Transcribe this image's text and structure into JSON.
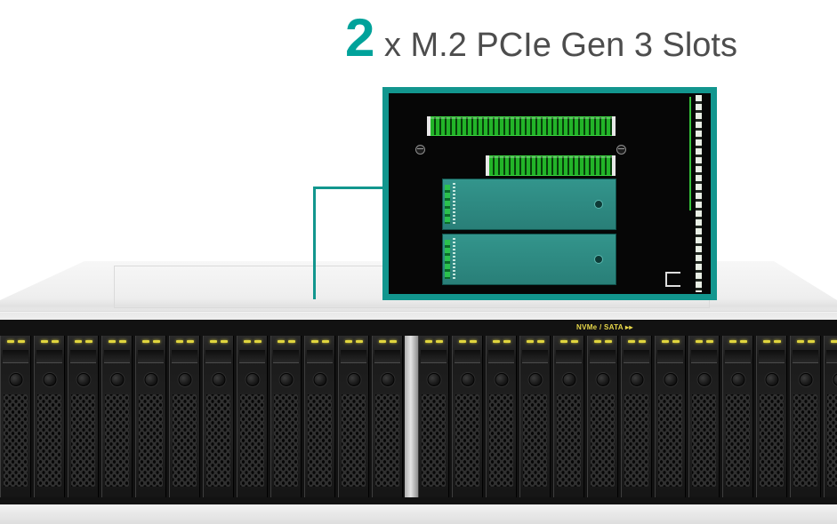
{
  "heading": {
    "number": "2",
    "text": " x M.2 PCIe Gen 3 Slots"
  },
  "colors": {
    "accent_teal": "#12968e",
    "heading_number": "#00a29a",
    "heading_text": "#4d4d4d",
    "slot_green": "#22b428",
    "ssd_teal": "#33958c",
    "led_yellow": "#e0d53e",
    "label_yellow": "#e8d84a",
    "chassis_gray": "#eeeeee",
    "front_black": "#121212"
  },
  "callout": {
    "parts": [
      {
        "name": "m2-slot-connector-1"
      },
      {
        "name": "m2-slot-connector-2"
      },
      {
        "name": "m2-ssd-module-1"
      },
      {
        "name": "m2-ssd-module-2"
      }
    ]
  },
  "chassis": {
    "front_label": "NVMe / SATA ▸▸",
    "groups": [
      {
        "name": "left",
        "bays": 12
      },
      {
        "name": "right",
        "bays": 13
      }
    ]
  }
}
